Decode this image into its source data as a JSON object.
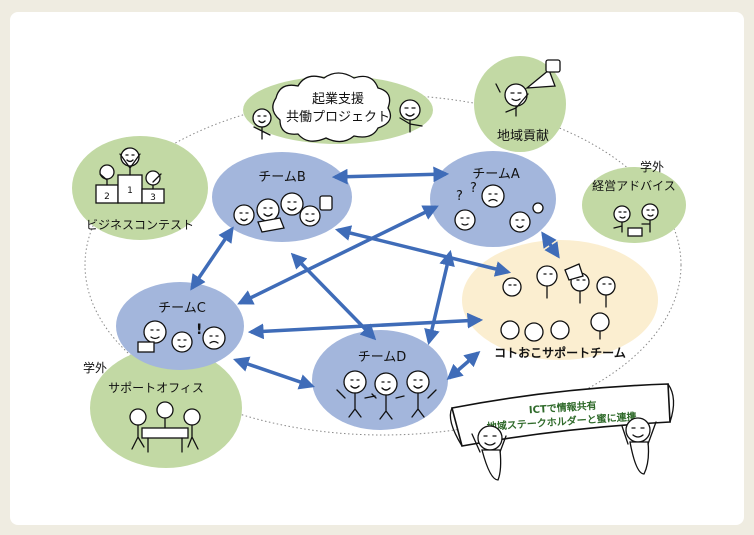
{
  "colors": {
    "page_bg": "#efece1",
    "team_blue": "#a3b6dc",
    "green_bubble": "#c2d9a4",
    "support_yellow": "#fbeed0",
    "arrow_blue": "#3f6cb8",
    "banner_text": "#2f6a2a"
  },
  "nodes": {
    "team_a": "チームA",
    "team_b": "チームB",
    "team_c": "チームC",
    "team_d": "チームD",
    "support_team": "コトおこサポートチーム",
    "business_contest": "ビジネスコンテスト",
    "startup_line1": "起業支援",
    "startup_line2": "共働プロジェクト",
    "local_contribution": "地域貢献",
    "advice_line1": "学外",
    "advice_line2": "経営アドバイス",
    "office_line1": "学外",
    "office_line2": "サポートオフィス"
  },
  "banner": {
    "line1": "ICTで情報共有",
    "line2": "地域ステークホルダーと蜜に連携"
  },
  "connections": [
    [
      "team_b",
      "team_a"
    ],
    [
      "team_b",
      "team_c"
    ],
    [
      "team_b",
      "team_d"
    ],
    [
      "team_b",
      "support_team"
    ],
    [
      "team_a",
      "team_c"
    ],
    [
      "team_a",
      "team_d"
    ],
    [
      "team_a",
      "support_team"
    ],
    [
      "team_c",
      "support_team"
    ],
    [
      "team_c",
      "team_d"
    ],
    [
      "team_d",
      "support_team"
    ]
  ],
  "icons": [
    "person-figure-icon",
    "trophy-podium-icon",
    "megaphone-icon",
    "question-mark-icon",
    "lightbulb-icon",
    "exclamation-icon"
  ]
}
